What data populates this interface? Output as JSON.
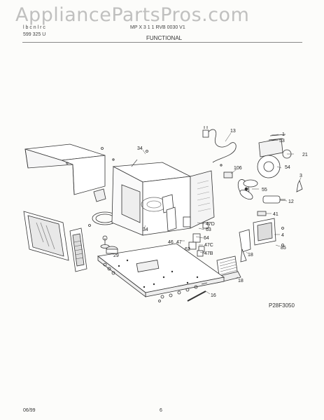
{
  "watermark": "AppliancePartsPros.com",
  "header": {
    "left_line1": "l  b  c  n  l  r c",
    "left_line2": "599 325 U",
    "center": "MP  X  3 1  1  RVB  0030 V1",
    "section": "FUNCTIONAL"
  },
  "part_labels": {
    "p1": "1",
    "p53": "53",
    "p21": "21",
    "p54": "54",
    "p13": "13",
    "p106": "106",
    "p3": "3",
    "p55": "55",
    "p12": "12",
    "p41": "41",
    "p34a": "34",
    "p34b": "34",
    "p47D": "47D",
    "p63": "63",
    "p4": "4",
    "p85": "85",
    "p64": "64",
    "p46": "46",
    "p47": "47",
    "p47C": "47C",
    "p62": "62",
    "p47B": "47B",
    "p18a": "18",
    "p18b": "18",
    "p29": "29",
    "p16": "16"
  },
  "diagram_code": "P28F3050",
  "footer": {
    "date": "06/99",
    "page": "6"
  }
}
